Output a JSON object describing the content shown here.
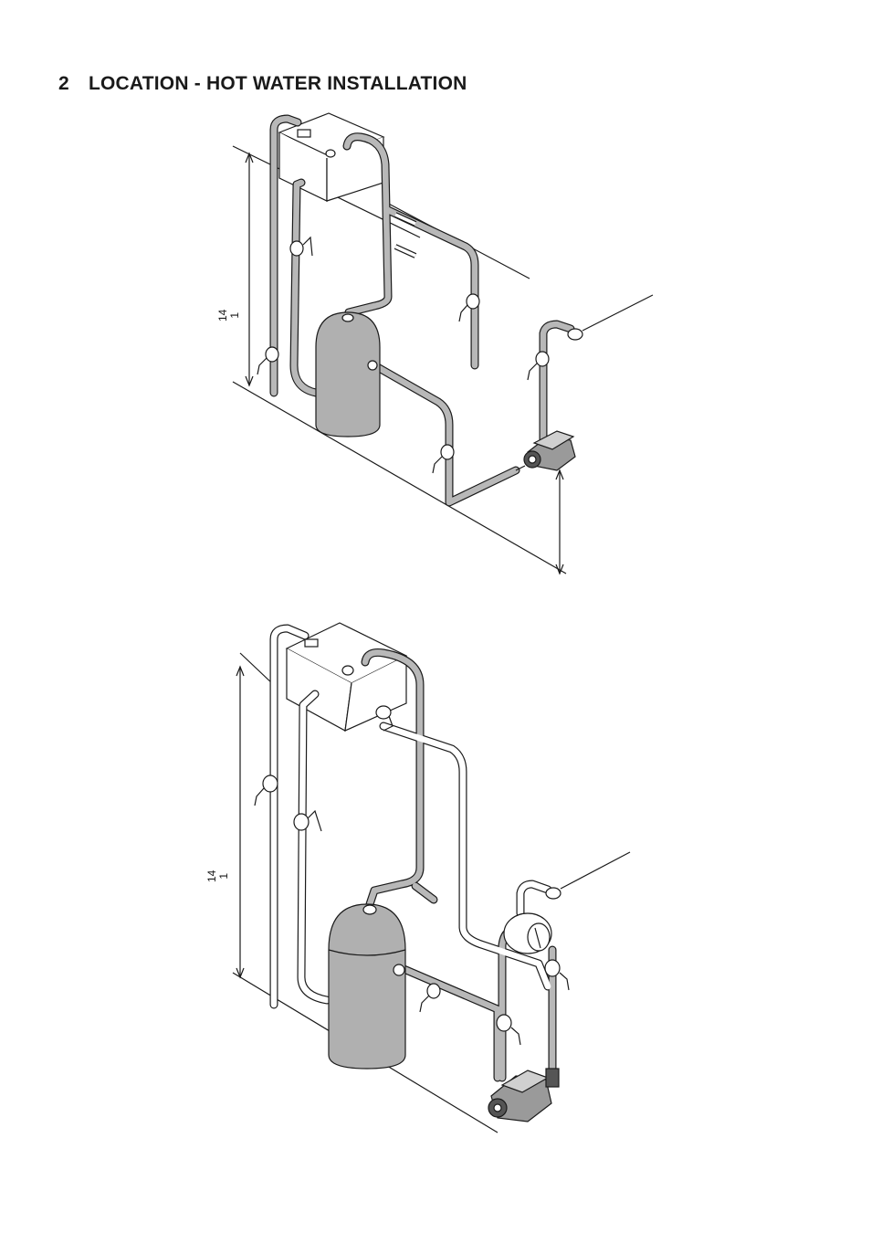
{
  "section": {
    "number": "2",
    "title": "LOCATION - HOT WATER INSTALLATION"
  },
  "diagrams": [
    {
      "id": "top",
      "dimension_label": {
        "line1": "14",
        "line2": "1"
      }
    },
    {
      "id": "bottom",
      "dimension_label": {
        "line1": "14",
        "line2": "1"
      }
    }
  ],
  "colors": {
    "pipe_fill": "#b8b8b8",
    "cylinder_fill": "#b0b0b0",
    "outline": "#1a1a1a"
  }
}
